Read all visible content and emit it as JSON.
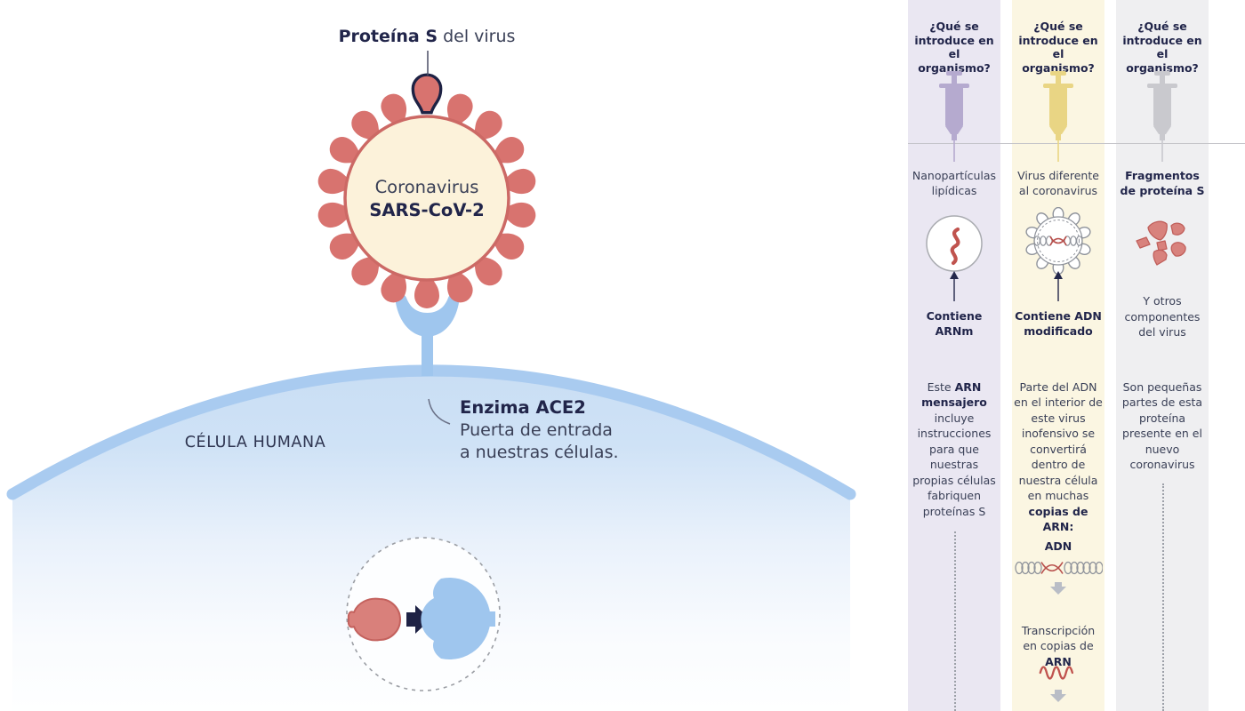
{
  "palette": {
    "navy": "#23274A",
    "text": "#3A4057",
    "salmon": "#D8736F",
    "salmon_dark": "#C4625E",
    "cream": "#FCF2DA",
    "virus_border": "#CC6965",
    "receptor_blue": "#9FC6EE",
    "membrane_blue": "#A9CBF0",
    "rna_red": "#C0534E",
    "gray_arrow": "#B9BDC6"
  },
  "left": {
    "spike_label_bold": "Proteína S",
    "spike_label_rest": " del virus",
    "virus_line1": "Coronavirus",
    "virus_line2": "SARS-CoV-2",
    "cell_label": "CÉLULA HUMANA",
    "ace2_bold": "Enzima ACE2",
    "ace2_line2": "Puerta de entrada",
    "ace2_line3": "a nuestras células."
  },
  "columns": [
    {
      "header": "¿Qué se introduce en el organismo?",
      "bg": "#EAE7F2",
      "accent": "#B5AACF",
      "icon": "lipid-nanoparticle-icon",
      "intro": "Nanopartículas lipídicas",
      "caption": "Contiene ARNm",
      "body_pre": "Este ",
      "body_bold": "ARN mensajero",
      "body_post": " incluye instrucciones para que nuestras propias células fabriquen proteínas S"
    },
    {
      "header": "¿Qué se introduce en el organismo?",
      "bg": "#FBF6E2",
      "accent": "#E9D584",
      "icon": "harmless-virus-icon",
      "intro": "Virus diferente al coronavirus",
      "caption": "Contiene ADN modificado",
      "body_pre": "Parte del ADN en el interior de este virus inofensivo se convertirá dentro de nuestra célula en muchas ",
      "body_bold": "copias de ARN:",
      "body_post": "",
      "adn_label": "ADN",
      "transcription_pre": "Transcripción en copias de ",
      "transcription_bold": "ARN"
    },
    {
      "header": "¿Qué se introduce en el organismo?",
      "bg": "#EFEFF1",
      "accent": "#C9C9CE",
      "icon": "protein-fragments-icon",
      "intro": "Fragmentos de proteína S",
      "subtext": "Y otros componentes del virus",
      "body": "Son pequeñas partes de esta proteína presente en el nuevo coronavirus"
    }
  ]
}
